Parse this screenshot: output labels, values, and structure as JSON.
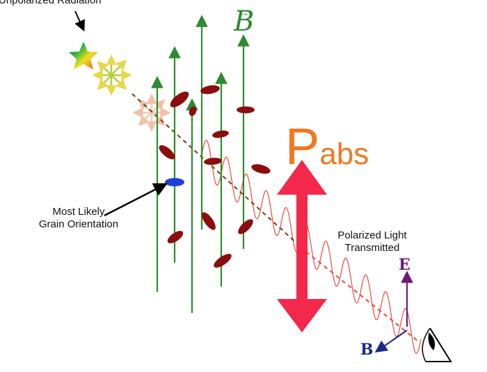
{
  "labels": {
    "unpolarized": "Unpolarized Radiation",
    "b_field": "B",
    "p_abs_main": "P",
    "p_abs_sub": "abs",
    "grain_line1": "Most Likely",
    "grain_line2": "Grain Orientation",
    "polarized_line1": "Polarized Light",
    "polarized_line2": "Transmitted",
    "axis_E": "E",
    "axis_B": "B"
  },
  "icons": [
    "star-icon",
    "radiation-burst-icon",
    "eye-icon"
  ],
  "colors": {
    "field_lines": "#2e8b2e",
    "grains": "#8b0d0d",
    "aligned_grain": "#1e3fd8",
    "wave": "#e84a3c",
    "p_abs": "#f07820",
    "double_arrow": "#f4284a",
    "e_axis": "#6a1a7a",
    "b_axis": "#1a2a8a"
  }
}
